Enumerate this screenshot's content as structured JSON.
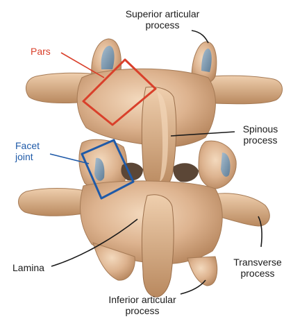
{
  "labels": {
    "superior_articular": {
      "line1": "Superior articular",
      "line2": "process"
    },
    "pars": "Pars",
    "spinous": {
      "line1": "Spinous",
      "line2": "process"
    },
    "facet": {
      "line1": "Facet",
      "line2": "joint"
    },
    "lamina": "Lamina",
    "transverse": {
      "line1": "Transverse",
      "line2": "process"
    },
    "inferior_articular": {
      "line1": "Inferior articular",
      "line2": "process"
    }
  },
  "colors": {
    "bone": "#d9b08c",
    "bone_shadow": "#b98a63",
    "bone_highlight": "#f0d3b3",
    "cartilage": "#8aa3b8",
    "pars_highlight": "#d9402b",
    "facet_highlight": "#1f5aa8",
    "leader": "#1a1a1a",
    "text": "#1a1a1a"
  }
}
